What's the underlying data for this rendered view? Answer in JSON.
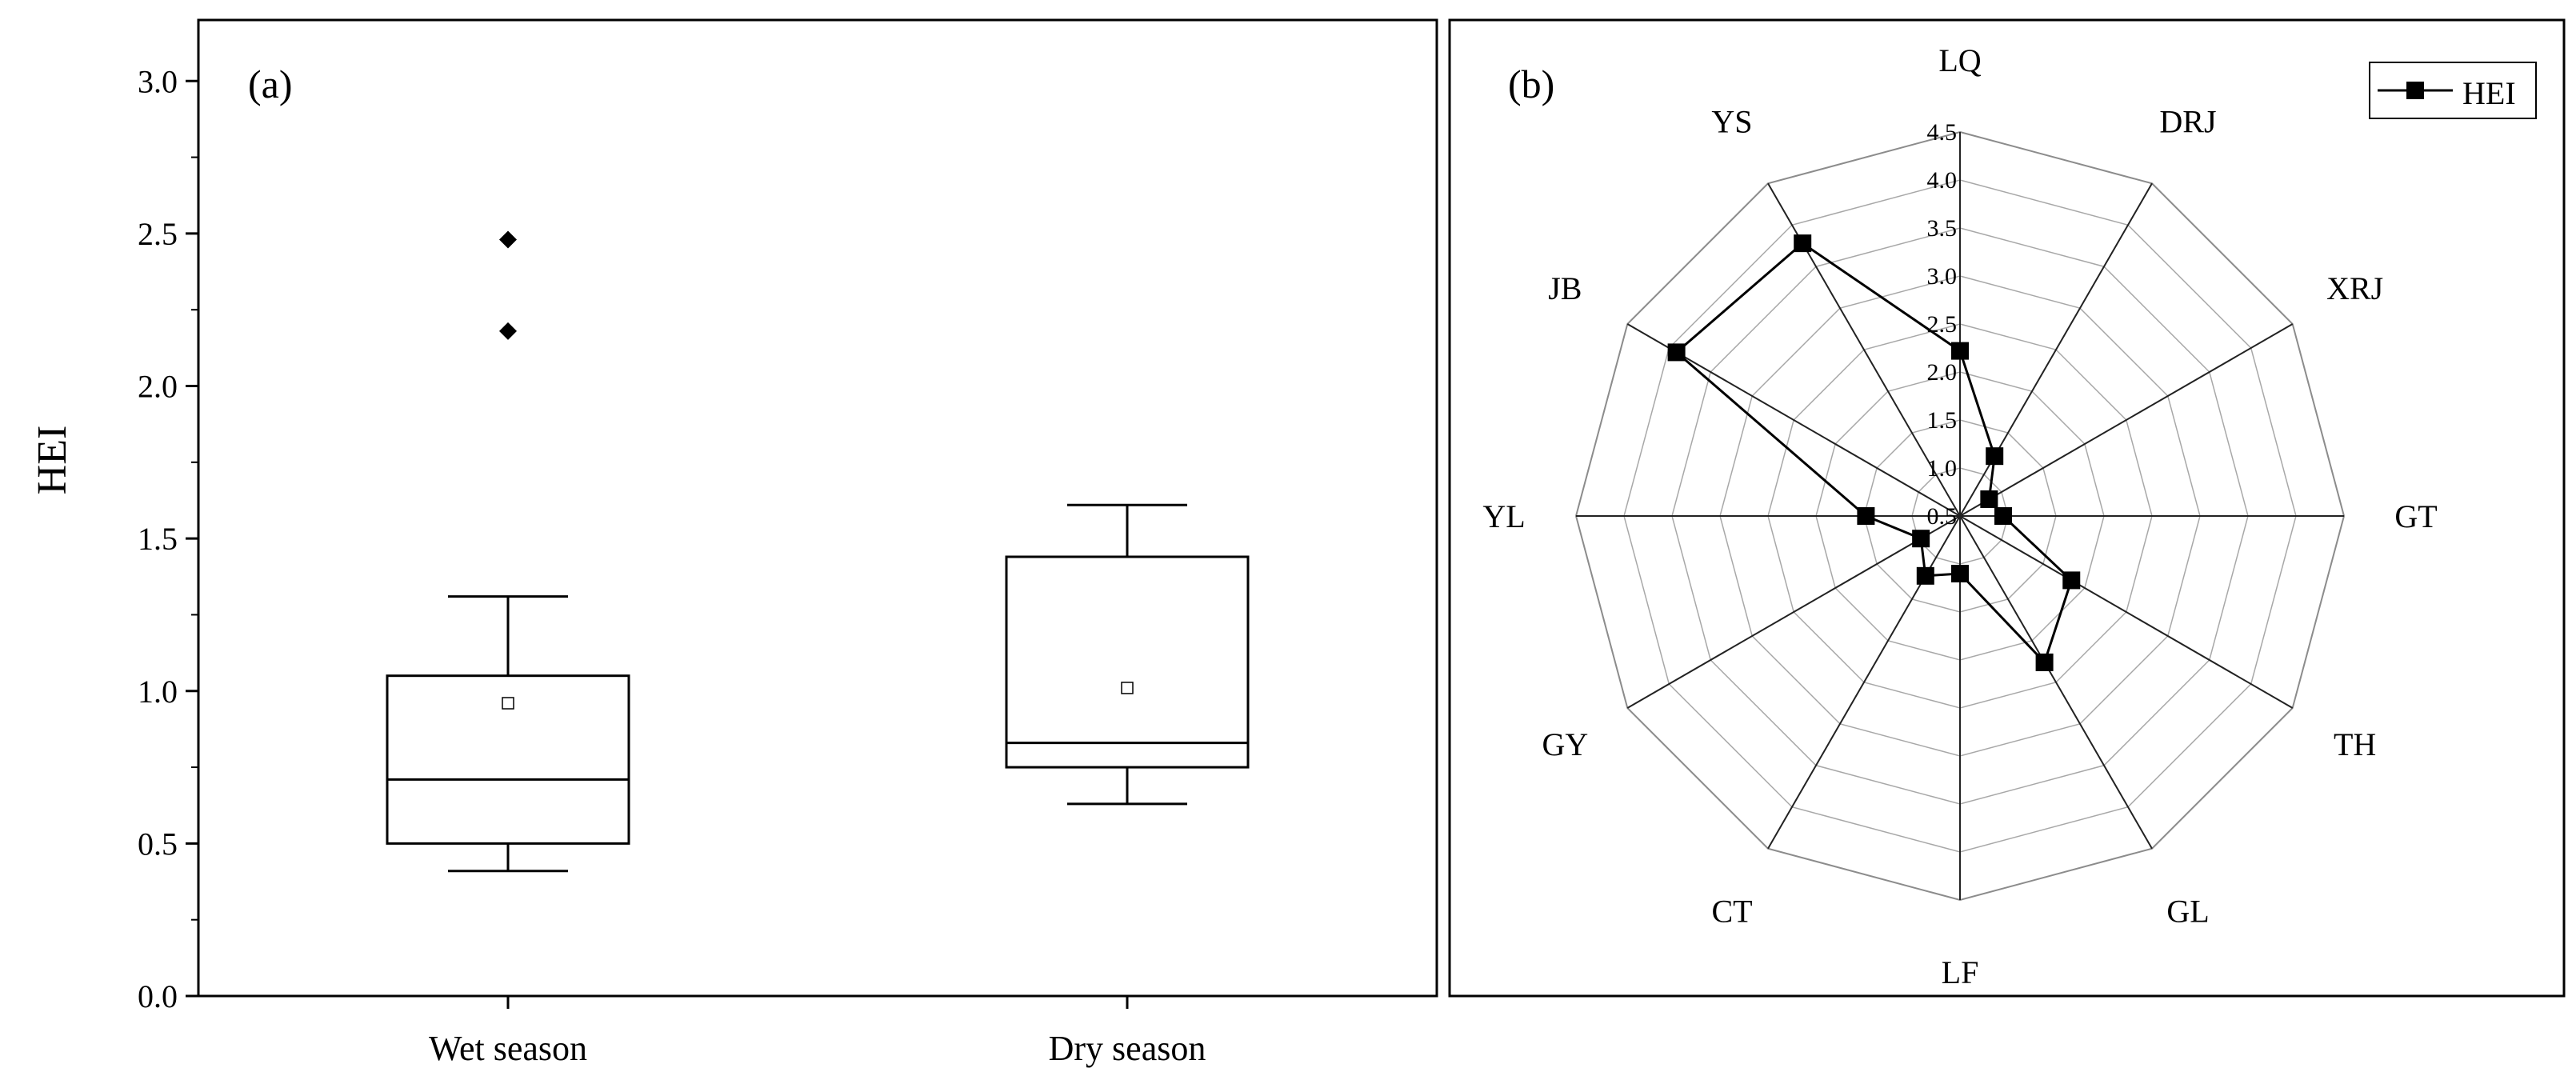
{
  "chart_data": [
    {
      "type": "box",
      "panel_label": "(a)",
      "ylabel": "HEI",
      "ylim": [
        0,
        3.2
      ],
      "y_ticks": [
        "0.0",
        "0.5",
        "1.0",
        "1.5",
        "2.0",
        "2.5",
        "3.0"
      ],
      "categories": [
        "Wet season",
        "Dry season"
      ],
      "boxes": [
        {
          "category": "Wet season",
          "whisker_low": 0.41,
          "q1": 0.5,
          "median": 0.71,
          "q3": 1.05,
          "whisker_high": 1.31,
          "mean": 0.96,
          "outliers": [
            2.18,
            2.48
          ]
        },
        {
          "category": "Dry season",
          "whisker_low": 0.63,
          "q1": 0.75,
          "median": 0.83,
          "q3": 1.44,
          "whisker_high": 1.61,
          "mean": 1.01,
          "outliers": []
        }
      ],
      "grid": false
    },
    {
      "type": "radar",
      "panel_label": "(b)",
      "r_min": 0.5,
      "r_max": 4.5,
      "r_ticks": [
        "0.5",
        "1.0",
        "1.5",
        "2.0",
        "2.5",
        "3.0",
        "3.5",
        "4.0",
        "4.5"
      ],
      "axes": [
        "LQ",
        "DRJ",
        "XRJ",
        "GT",
        "TH",
        "GL",
        "LF",
        "CT",
        "GY",
        "YL",
        "JB",
        "YS"
      ],
      "series": [
        {
          "name": "HEI",
          "values": [
            2.22,
            1.22,
            0.85,
            0.95,
            1.84,
            2.26,
            1.1,
            1.22,
            0.97,
            1.48,
            3.91,
            3.78
          ]
        }
      ],
      "legend_position": "top-right",
      "grid": true
    }
  ]
}
